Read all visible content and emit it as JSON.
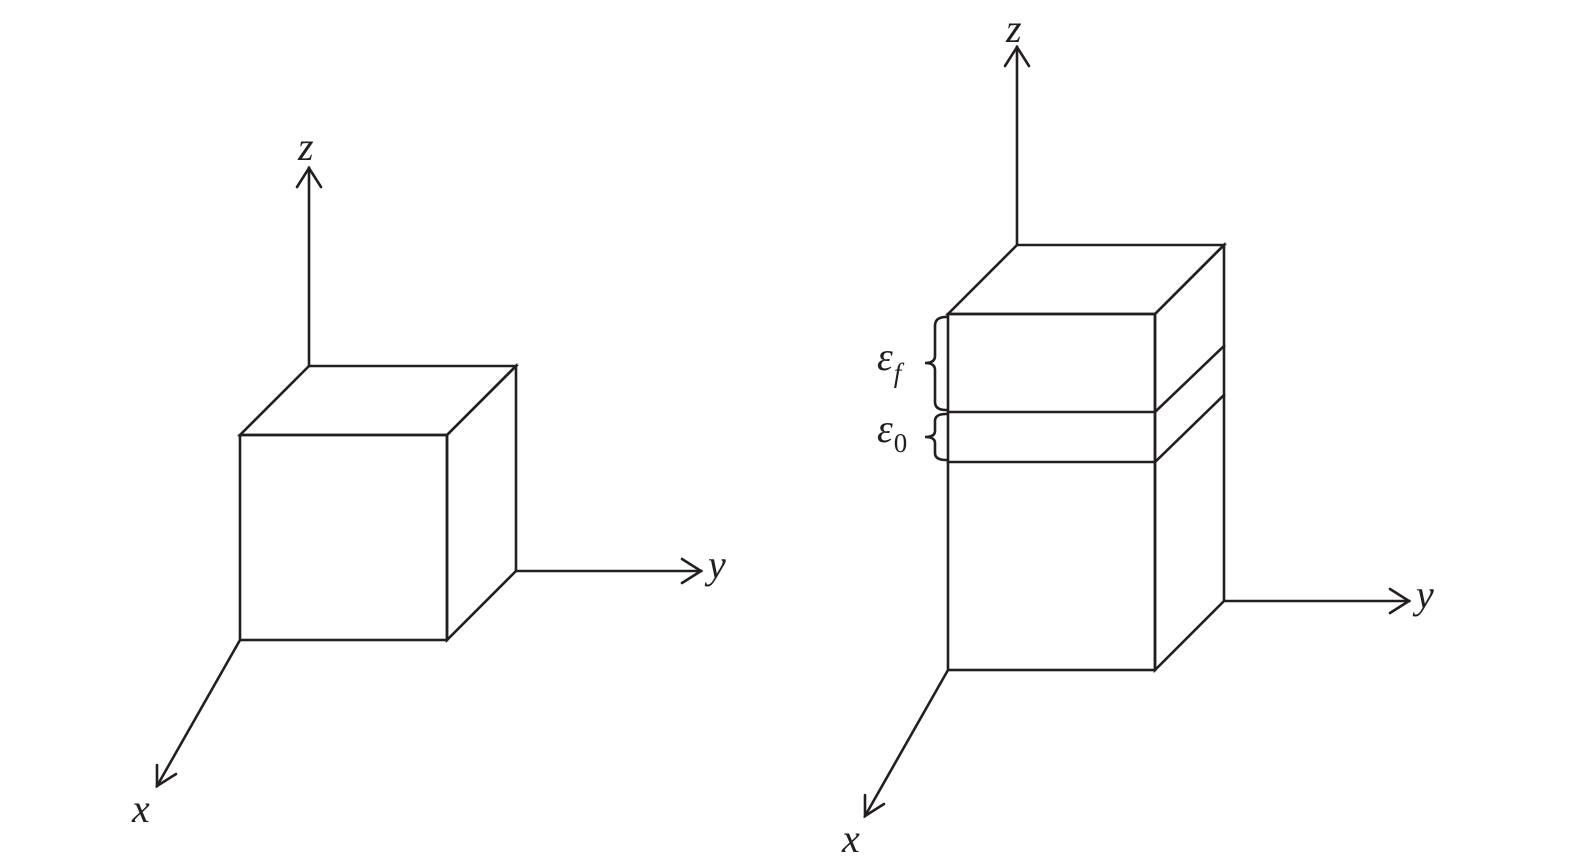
{
  "left_figure": {
    "axes": {
      "x": "x",
      "y": "y",
      "z": "z"
    }
  },
  "right_figure": {
    "axes": {
      "x": "x",
      "y": "y",
      "z": "z"
    },
    "strain_labels": [
      {
        "symbol": "ε",
        "subscript": "f"
      },
      {
        "symbol": "ε",
        "subscript": "0"
      }
    ]
  }
}
